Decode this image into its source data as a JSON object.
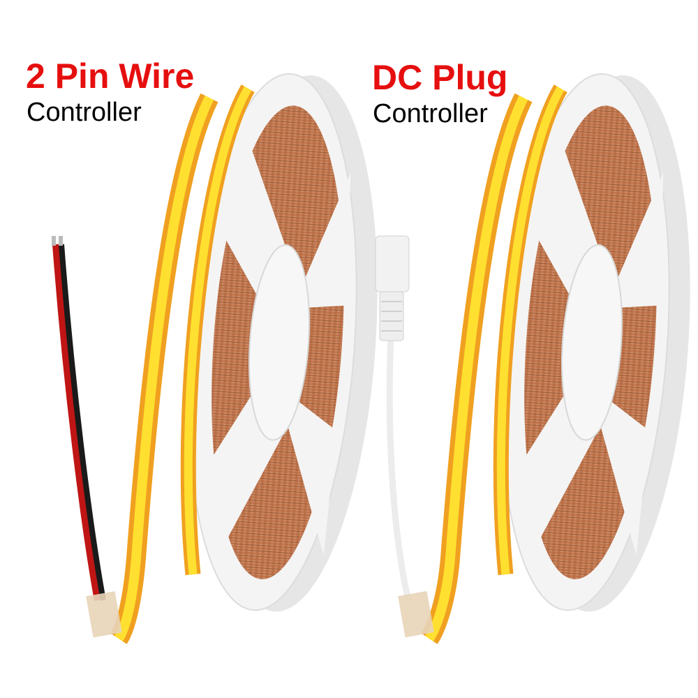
{
  "left_product": {
    "title": "2 Pin Wire",
    "subtitle": "Controller",
    "connector": "red-black-2-pin-wire"
  },
  "right_product": {
    "title": "DC Plug",
    "subtitle": "Controller",
    "connector": "white-dc-female-plug"
  },
  "colors": {
    "title": "#e60f0f",
    "subtitle": "#000000",
    "strip_light": "#ffd21a",
    "strip_edge": "#f0a020",
    "copper": "#c8835a",
    "reel": "#f2f2f2"
  }
}
